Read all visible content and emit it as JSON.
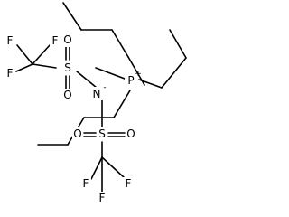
{
  "molecule": {
    "cation": {
      "center": "P",
      "charge": "+",
      "methyl_label": "",
      "chains": [
        "butyl",
        "butyl",
        "butyl"
      ]
    },
    "anion": {
      "nitrogen": "N",
      "charge": "-",
      "sulfonyl_groups": [
        {
          "sulfur": "S",
          "oxygens": [
            "O",
            "O"
          ],
          "fluorines": [
            "F",
            "F",
            "F"
          ]
        },
        {
          "sulfur": "S",
          "oxygens": [
            "O",
            "O"
          ],
          "fluorines": [
            "F",
            "F",
            "F"
          ]
        }
      ]
    }
  }
}
